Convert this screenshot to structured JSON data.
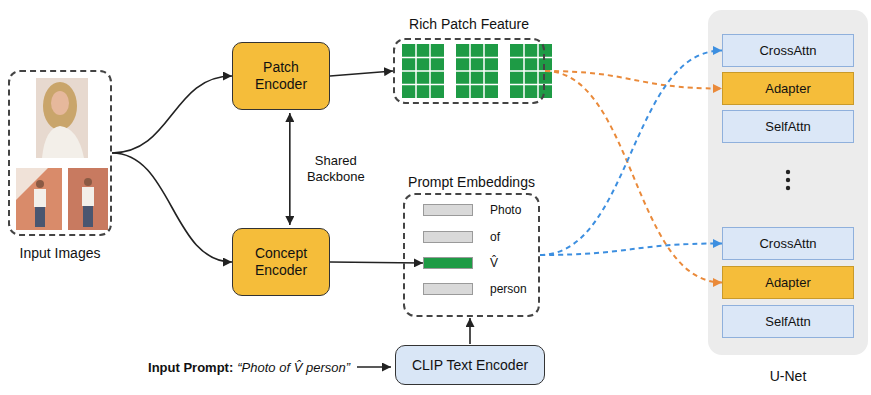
{
  "diagram": {
    "nodes": [
      {
        "text": [
          "Input Images"
        ]
      },
      {
        "text": [
          "Patch Encoder"
        ]
      },
      {
        "text": [
          "Concept Encoder"
        ]
      },
      {
        "text": [
          "Rich Patch Feature"
        ]
      },
      {
        "text": [
          "Prompt Embeddings"
        ]
      },
      {
        "text": [
          "Photo"
        ],
        "in": 4
      },
      {
        "text": [
          "of"
        ],
        "in": 4
      },
      {
        "text": [
          "V̂"
        ],
        "in": 4
      },
      {
        "text": [
          "person"
        ],
        "in": 4
      },
      {
        "text": [
          "CLIP Text Encoder"
        ]
      },
      {
        "text": [
          "U-Net"
        ]
      },
      {
        "text": [
          "CrossAttn"
        ],
        "in": 10
      },
      {
        "text": [
          "Adapter"
        ],
        "in": 10
      },
      {
        "text": [
          "SelfAttn"
        ],
        "in": 10
      },
      {
        "text": [
          "CrossAttn"
        ],
        "in": 10
      },
      {
        "text": [
          "Adapter"
        ],
        "in": 10
      },
      {
        "text": [
          "SelfAttn"
        ],
        "in": 10
      }
    ],
    "edges": [
      {
        "from": 0,
        "to": 1,
        "arrow": "to"
      },
      {
        "from": 0,
        "to": 2,
        "arrow": "to"
      },
      {
        "from": 1,
        "to": 2,
        "arrow": "both",
        "label": "Shared Backbone"
      },
      {
        "from": 1,
        "to": 3,
        "arrow": "to"
      },
      {
        "from": 2,
        "to": 7,
        "arrow": "to"
      },
      {
        "from": 9,
        "to": 4,
        "arrow": "to"
      },
      {
        "from": 3,
        "to": 12,
        "arrow": "to"
      },
      {
        "from": 3,
        "to": 15,
        "arrow": "to"
      },
      {
        "from": 4,
        "to": 11,
        "arrow": "to"
      },
      {
        "from": 4,
        "to": 14,
        "arrow": "to"
      }
    ],
    "labels": [
      "Input Prompt:",
      "“Photo of V̂ person”"
    ]
  }
}
